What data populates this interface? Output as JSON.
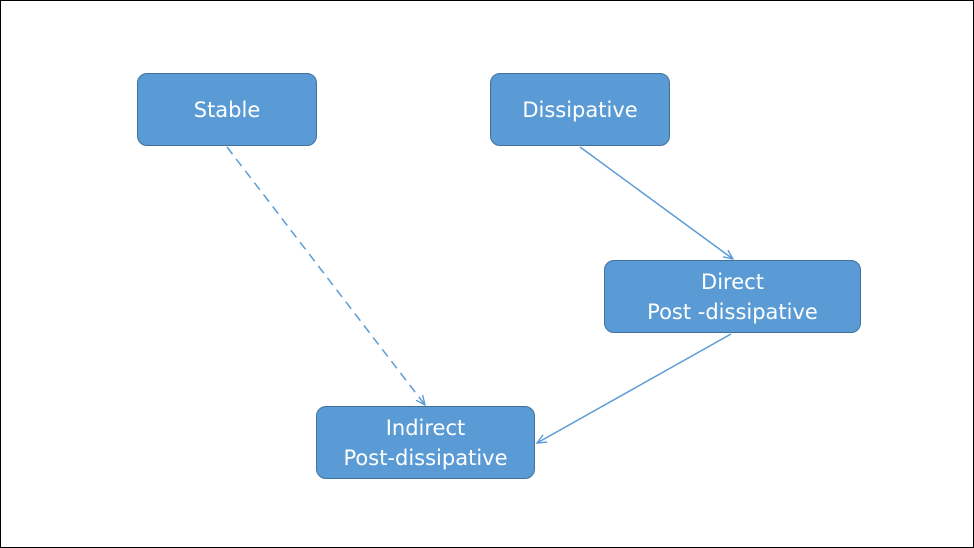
{
  "diagram": {
    "node_fill": "#5b9bd5",
    "node_border": "#41719c",
    "connector_color": "#5b9bd5",
    "nodes": {
      "stable": {
        "lines": [
          "Stable"
        ]
      },
      "dissipative": {
        "lines": [
          "Dissipative"
        ]
      },
      "direct": {
        "lines": [
          "Direct",
          "Post -dissipative"
        ]
      },
      "indirect": {
        "lines": [
          "Indirect",
          "Post-dissipative"
        ]
      }
    },
    "edges": [
      {
        "from": "stable",
        "to": "indirect",
        "style": "dashed"
      },
      {
        "from": "dissipative",
        "to": "direct",
        "style": "solid"
      },
      {
        "from": "direct",
        "to": "indirect",
        "style": "solid"
      }
    ]
  }
}
